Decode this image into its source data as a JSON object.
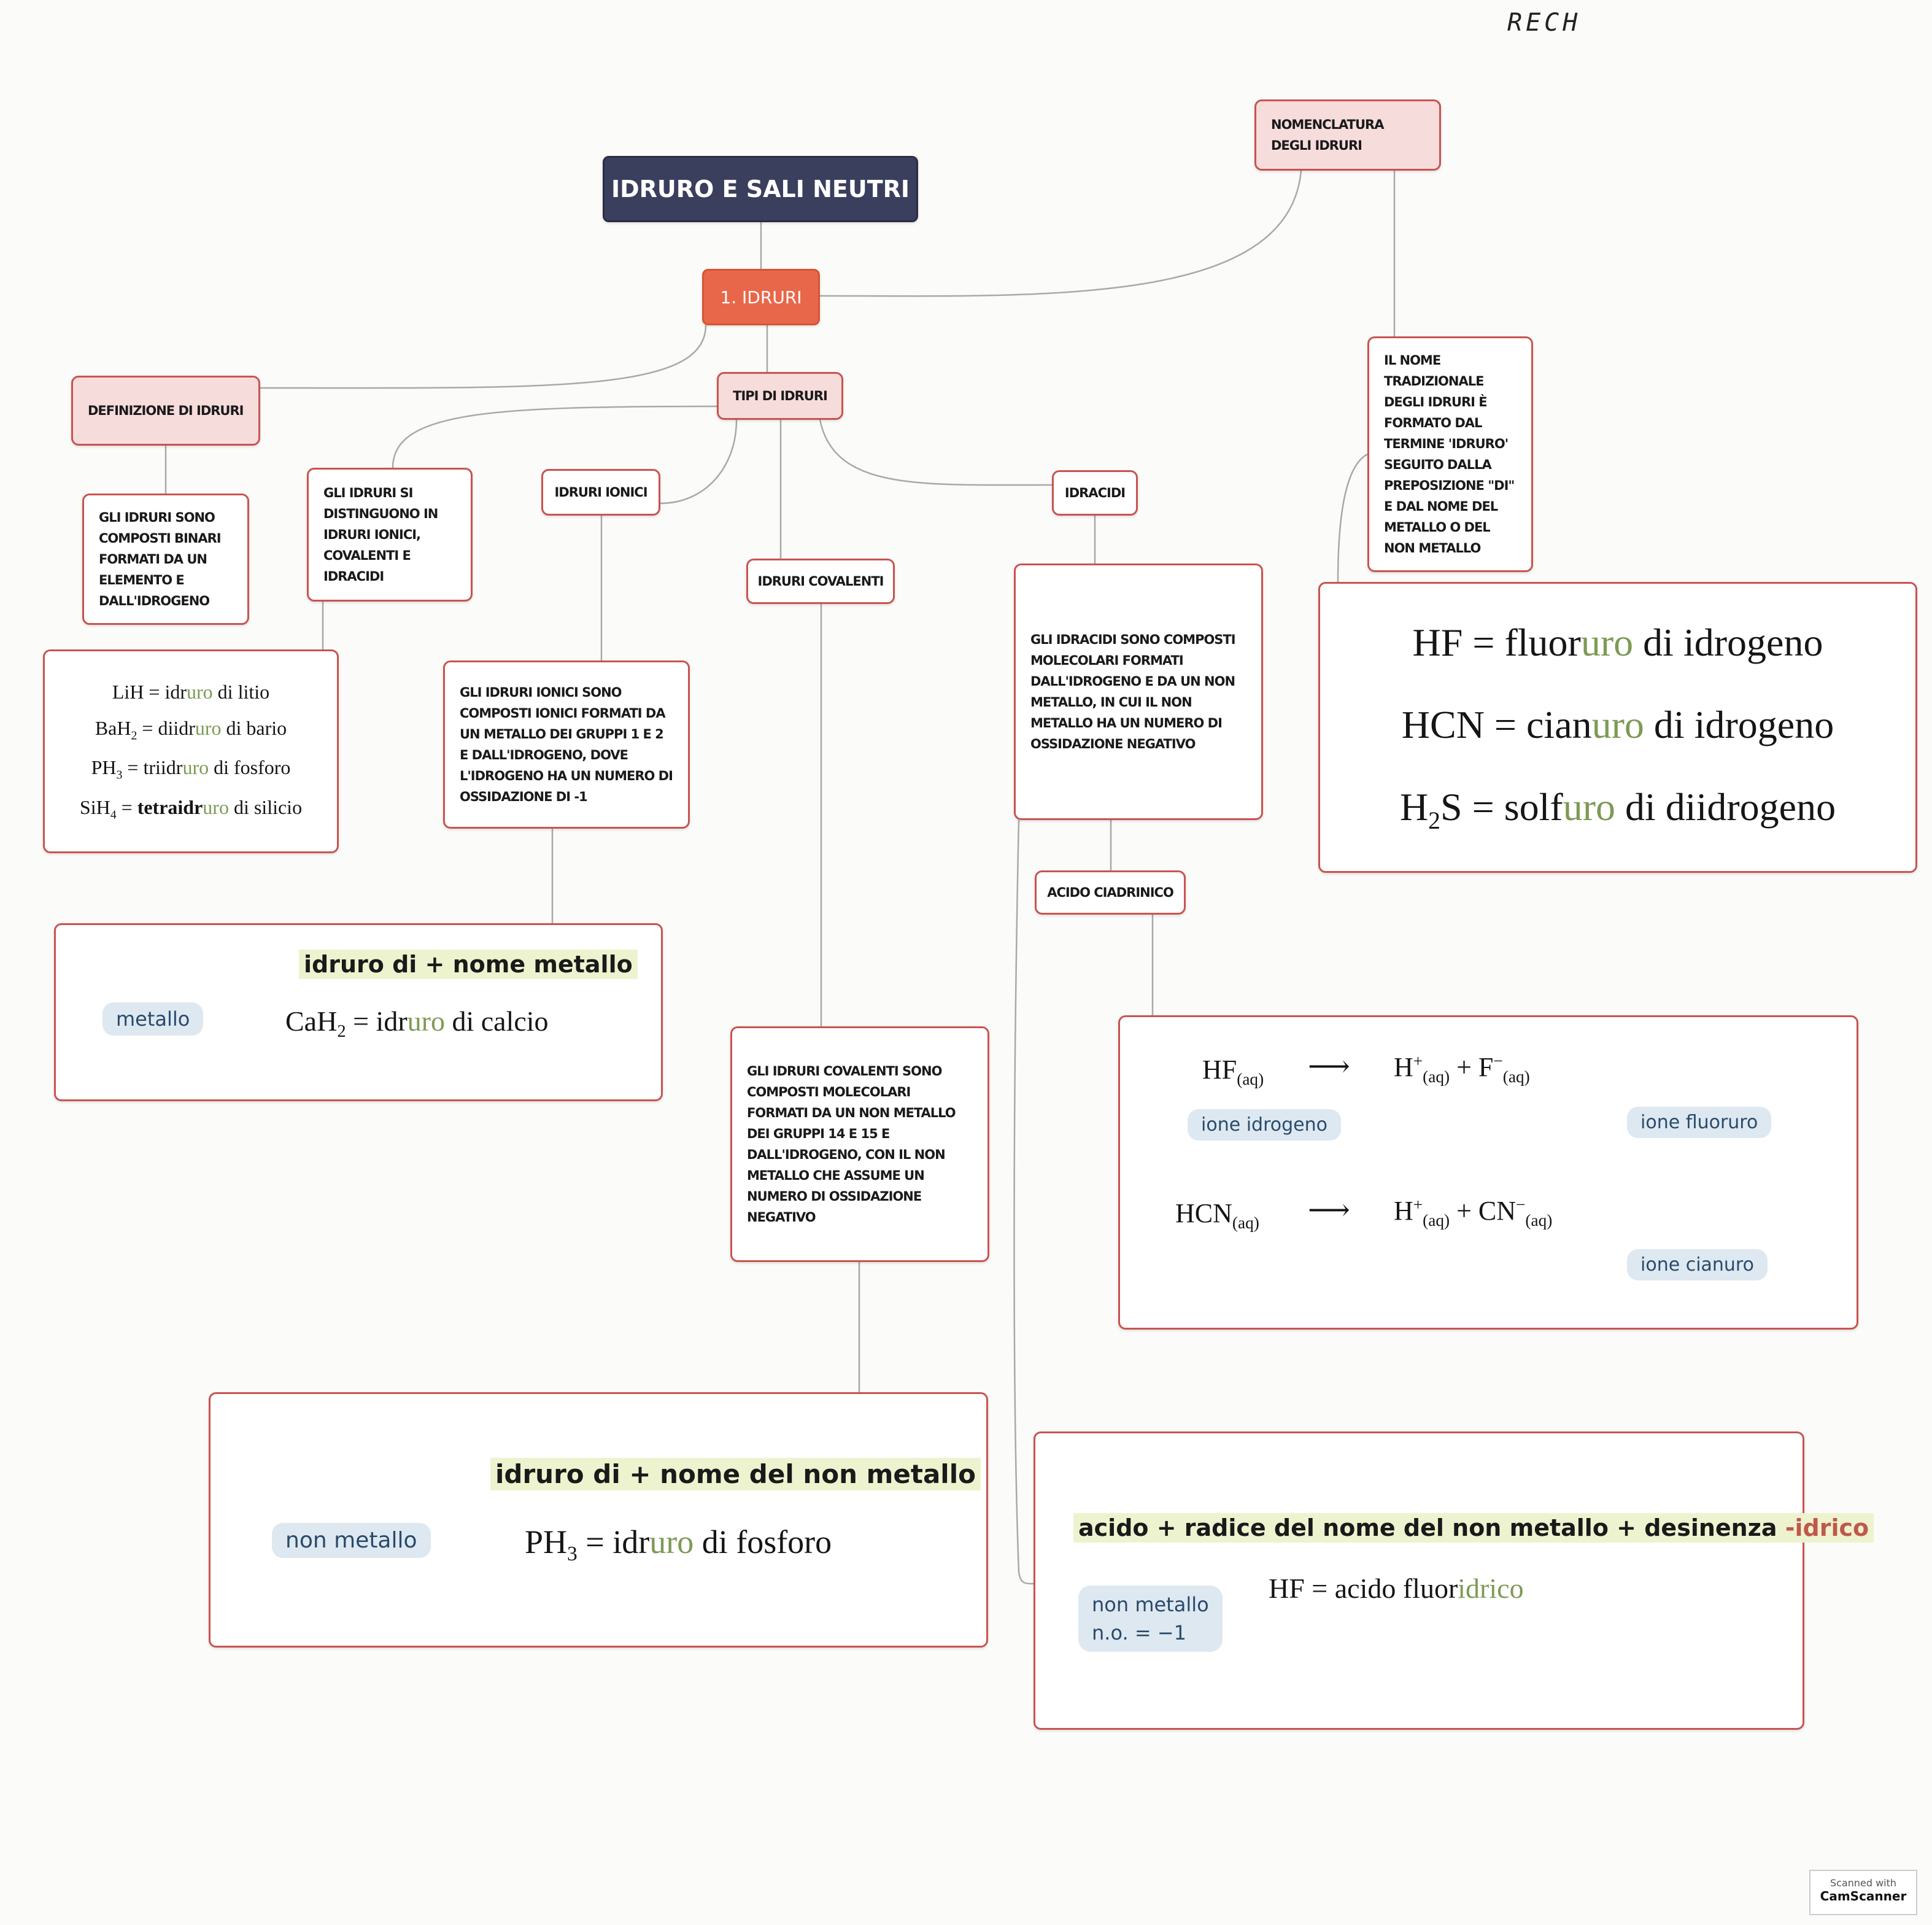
{
  "handwritten_note": "RECH",
  "title": "IDRURO E SALI NEUTRI",
  "main_node": "1. IDRURI",
  "nodes": {
    "nomenclatura": "NOMENCLATURA DEGLI IDRURI",
    "definizione": "DEFINIZIONE DI IDRURI",
    "tipi": "TIPI DI IDRURI",
    "definizione_desc": "GLI IDRURI SONO COMPOSTI BINARI FORMATI DA UN ELEMENTO E DALL'IDROGENO",
    "distinguono": "GLI IDRURI SI DISTINGUONO IN IDRURI IONICI, COVALENTI E IDRACIDI",
    "ionici": "IDRURI IONICI",
    "covalenti": "IDRURI COVALENTI",
    "idracidi": "IDRACIDI",
    "nome_tradizionale": "IL NOME TRADIZIONALE DEGLI IDRURI È FORMATO DAL TERMINE 'IDRURO' SEGUITO DALLA PREPOSIZIONE \"DI\" E DAL NOME DEL METALLO O DEL NON METALLO",
    "ionici_desc": "GLI IDRURI IONICI SONO COMPOSTI IONICI FORMATI DA UN METALLO DEI GRUPPI 1 E 2 E DALL'IDROGENO, DOVE L'IDROGENO HA UN NUMERO DI OSSIDAZIONE DI -1",
    "idracidi_desc": "GLI IDRACIDI SONO COMPOSTI MOLECOLARI FORMATI DALL'IDROGENO E DA UN NON METALLO, IN CUI IL NON METALLO HA UN NUMERO DI OSSIDAZIONE NEGATIVO",
    "covalenti_desc": "GLI IDRURI COVALENTI SONO COMPOSTI MOLECOLARI FORMATI DA UN NON METALLO DEI GRUPPI 14 E 15 E DALL'IDROGENO, CON IL NON METALLO CHE ASSUME UN NUMERO DI OSSIDAZIONE NEGATIVO",
    "acido_ciadrinico": "ACIDO CIADRINICO"
  },
  "examples": [
    [
      [
        "LiH = idr",
        ""
      ],
      [
        "uro",
        "g"
      ],
      [
        " di litio",
        ""
      ]
    ],
    [
      [
        "BaH",
        ""
      ],
      [
        "2",
        "sub"
      ],
      [
        " = diidr",
        ""
      ],
      [
        "uro",
        "g"
      ],
      [
        " di bario",
        ""
      ]
    ],
    [
      [
        "PH",
        ""
      ],
      [
        "3",
        "sub"
      ],
      [
        " = triidr",
        ""
      ],
      [
        "uro",
        "g"
      ],
      [
        " di fosforo",
        ""
      ]
    ],
    [
      [
        "SiH",
        ""
      ],
      [
        "4",
        "sub"
      ],
      [
        " = ",
        ""
      ],
      [
        "tetraidr",
        "b"
      ],
      [
        "uro",
        "g"
      ],
      [
        " di silicio",
        ""
      ]
    ]
  ],
  "idracidi_names": [
    [
      [
        "HF = fluor",
        ""
      ],
      [
        "uro",
        "g"
      ],
      [
        " di idrogeno",
        ""
      ]
    ],
    [
      [
        "HCN = cian",
        ""
      ],
      [
        "uro",
        "g"
      ],
      [
        " di idrogeno",
        ""
      ]
    ],
    [
      [
        "H",
        ""
      ],
      [
        "2",
        "sub"
      ],
      [
        "S = solf",
        ""
      ],
      [
        "uro",
        "g"
      ],
      [
        " di diidrogeno",
        ""
      ]
    ]
  ],
  "ionic_rule": {
    "rule": "idruro di + nome metallo",
    "label": "metallo",
    "example": [
      [
        "CaH",
        ""
      ],
      [
        "2",
        "sub"
      ],
      [
        " = idr",
        ""
      ],
      [
        "uro",
        "g"
      ],
      [
        " di calcio",
        ""
      ]
    ]
  },
  "covalent_rule": {
    "rule": "idruro di + nome del non metallo",
    "label": "non metallo",
    "example": [
      [
        "PH",
        ""
      ],
      [
        "3",
        "sub"
      ],
      [
        " = idr",
        ""
      ],
      [
        "uro",
        "g"
      ],
      [
        " di fosforo",
        ""
      ]
    ]
  },
  "ionization": {
    "eq1_left": [
      [
        "HF",
        ""
      ],
      [
        "(aq)",
        "sub"
      ]
    ],
    "eq1_right": [
      [
        "H",
        ""
      ],
      [
        "+",
        "sup"
      ],
      [
        "(aq)",
        "sub"
      ],
      [
        " + F",
        ""
      ],
      [
        "−",
        "sup"
      ],
      [
        "(aq)",
        "sub"
      ]
    ],
    "eq2_left": [
      [
        "HCN",
        ""
      ],
      [
        "(aq)",
        "sub"
      ]
    ],
    "eq2_right": [
      [
        "H",
        ""
      ],
      [
        "+",
        "sup"
      ],
      [
        "(aq)",
        "sub"
      ],
      [
        " + CN",
        ""
      ],
      [
        "−",
        "sup"
      ],
      [
        "(aq)",
        "sub"
      ]
    ],
    "arrow": "⟶",
    "label_h": "ione idrogeno",
    "label_f": "ione fluoruro",
    "label_cn": "ione cianuro"
  },
  "acid_rule": {
    "rule_parts": [
      "acido + radice del nome del non metallo + desinenza ",
      "-idrico"
    ],
    "label_line1": "non metallo",
    "label_line2": "n.o. = −1",
    "example": [
      [
        "HF = acido fluor",
        ""
      ],
      [
        "idrico",
        "g"
      ]
    ]
  },
  "scanner_badge": {
    "line1": "Scanned with",
    "line2": "CamScanner"
  }
}
